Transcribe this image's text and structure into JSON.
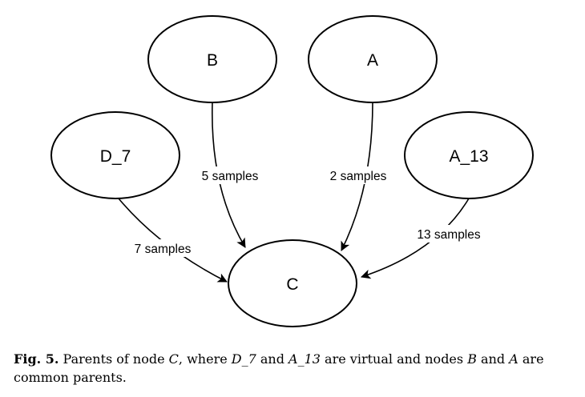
{
  "diagram": {
    "nodes": {
      "b": "B",
      "a": "A",
      "d7": "D_7",
      "a13": "A_13",
      "c": "C"
    },
    "edges": {
      "d7_to_c": "7 samples",
      "b_to_c": "5 samples",
      "a_to_c": "2 samples",
      "a13_to_c": "13 samples"
    }
  },
  "caption": {
    "label": "Fig. 5.",
    "t1": " Parents of node ",
    "c": "C",
    "t2": ", where ",
    "d7": "D_7",
    "t3": " and ",
    "a13": "A_13",
    "t4": " are virtual and nodes ",
    "b": "B",
    "t5": " and ",
    "a": "A",
    "t6": " are common parents."
  }
}
